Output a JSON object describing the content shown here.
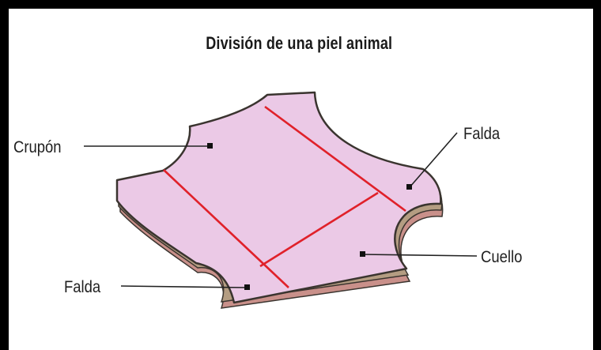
{
  "title": "División de una piel animal",
  "labels": {
    "crupon": "Crupón",
    "falda_top": "Falda",
    "falda_bottom": "Falda",
    "cuello": "Cuello"
  },
  "colors": {
    "hide_fill": "#ebc9e6",
    "edge_dark": "#3a342f",
    "layer_brown": "#b49d82",
    "layer_pink": "#c9908a",
    "division_line": "#e0212a",
    "marker": "#111111"
  }
}
